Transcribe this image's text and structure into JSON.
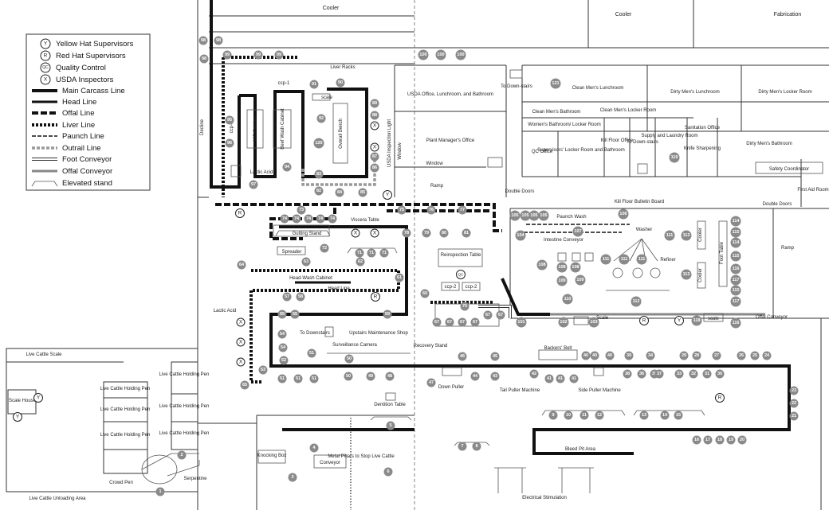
{
  "legend": {
    "yellow_hat": {
      "symbol": "Y",
      "label": "Yellow Hat Supervisors"
    },
    "red_hat": {
      "symbol": "R",
      "label": "Red Hat Supervisors"
    },
    "qc": {
      "symbol": "QC",
      "label": "Quality Control"
    },
    "usda": {
      "symbol": "X",
      "label": "USDA Inspectors"
    },
    "main_line": "Main Carcass Line",
    "head_line": "Head Line",
    "offal_line": "Offal Line",
    "liver_line": "Liver Line",
    "paunch_line": "Paunch Line",
    "outrail_line": "Outrail Line",
    "foot_conveyor": "Foot Conveyor",
    "offal_conveyor": "Offal Conveyor",
    "elevated_stand": "Elevated stand"
  },
  "rooms": {
    "cooler_top": "Cooler",
    "cooler_right": "Cooler",
    "fabrication": "Fabrication",
    "usda_office": "USDA Office, Lunchroom, and Bathroom",
    "plant_manager": "Plant Manager's Office",
    "window1": "Window",
    "window2": "Window",
    "usda_light": "USDA Inspection Light",
    "ramp1": "Ramp",
    "ramp2": "Ramp",
    "double_doors1": "Double Doors",
    "double_doors2": "Double Doors",
    "to_downstairs1": "To Down-stairs",
    "to_downstairs2": "To Down-stairs",
    "to_downstairs3": "To Downstairs",
    "clean_mens_lunch": "Clean Men's Lunchroom",
    "clean_mens_bath": "Clean Men's Bathroom",
    "clean_mens_locker": "Clean Men's Locker Room",
    "womens_bath": "Women's Bathroom/ Locker Room",
    "qc_office": "QC Office",
    "supervisors_locker": "Supervisors' Locker Room and Bathroom",
    "kill_floor_office": "Kill Floor Office",
    "supply_laundry": "Supply and Laundry Room",
    "sanitation_office": "Sanitation Office",
    "knife_sharpening": "Knife Sharpening",
    "dirty_mens_lunch": "Dirty Men's Lunchroom",
    "dirty_mens_locker": "Dirty Men's Locker Room",
    "dirty_mens_bath": "Dirty Men's Bathroom",
    "safety_coord": "Safety Coordinator",
    "first_aid": "First Aid Room",
    "bulletin": "Kill Floor Bulletin Board",
    "paunch_wash": "Paunch Wash",
    "intestine_conv": "Intestine Conveyor",
    "washer": "Washer",
    "refiner": "Refiner",
    "cooler_v1": "Cooler",
    "cooler_v2": "Cooler",
    "foot_table": "Foot Table",
    "offal_conveyor_lbl": "Offal Conveyor",
    "scale1": "Scale",
    "scale2": "scale",
    "scale3": "scale",
    "decline": "Decline",
    "liver_racks": "Liver Racks",
    "ccp1": "ccp-1",
    "ccp3": "ccp-3",
    "ccp2a": "ccp-2",
    "ccp2b": "ccp-2",
    "cab185": "185 Cabinet",
    "beef_wash": "Beef Wash Cabinet",
    "overall_bench": "Overall Bench",
    "lactic_acid1": "Lactic Acid",
    "lactic_acid2": "Lactic Acid",
    "viscera_table": "Viscera Table",
    "gutting_stand": "Gutting Stand",
    "spreader": "Spreader",
    "headwash": "Head-Wash Cabinet",
    "head_line_lbl": "Head Line",
    "reinspection": "Reinspection Table",
    "upstairs": "Upstairs Maintenance Shop",
    "surveillance": "Surveillance Camera",
    "recovery": "Recovery Stand",
    "backers_belt": "Backers' Belt",
    "down_puller": "Down Puller",
    "tail_puller": "Tail Puller Machine",
    "side_puller": "Side Puller Machine",
    "dentition": "Dentition Table",
    "bleed_pit": "Bleed Pit Area",
    "electrical": "Electrical Stimulation",
    "knocking_box": "Knocking Box",
    "conveyor": "Conveyor",
    "metal_pillars": "Metal Pillars to Stop Live Cattle",
    "serpentine": "Serpentine",
    "crowd_pen": "Crowd Pen",
    "lc_scale": "Live Cattle Scale",
    "scale_house": "Scale House",
    "lc_holding": "Live Cattle Holding Pen",
    "lc_unloading": "Live Cattle Unloading Area"
  },
  "stations": [
    "1",
    "2",
    "3",
    "4",
    "5",
    "6",
    "7",
    "8",
    "9",
    "10",
    "11",
    "12",
    "13",
    "14",
    "15",
    "16",
    "17",
    "18",
    "19",
    "20",
    "21",
    "22",
    "23",
    "24",
    "25",
    "26",
    "27",
    "28",
    "29",
    "30",
    "31",
    "32",
    "33",
    "34",
    "35",
    "36",
    "37",
    "38",
    "39",
    "40",
    "41",
    "42",
    "43",
    "44",
    "45",
    "46",
    "47",
    "48",
    "49",
    "50",
    "51",
    "52",
    "53",
    "54",
    "55",
    "56",
    "57",
    "58",
    "59",
    "60",
    "61",
    "62",
    "63",
    "64",
    "65",
    "67",
    "70",
    "71",
    "72",
    "73",
    "74",
    "75",
    "76",
    "77",
    "78",
    "79",
    "80",
    "81",
    "82",
    "83",
    "84",
    "85",
    "86",
    "87",
    "88",
    "89",
    "90",
    "91",
    "92",
    "94",
    "95",
    "96",
    "97",
    "98",
    "99",
    "100",
    "101",
    "102",
    "103",
    "104",
    "105",
    "106",
    "107",
    "108",
    "109",
    "110",
    "111",
    "112",
    "113",
    "114",
    "115",
    "116",
    "117",
    "118",
    "119",
    "120",
    "121"
  ]
}
